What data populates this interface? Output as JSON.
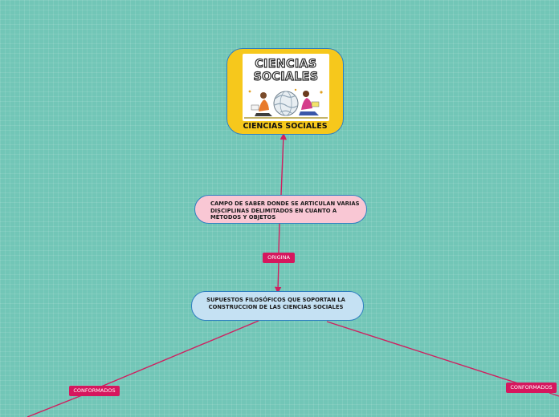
{
  "colors": {
    "background": "#72c6b7",
    "connector": "#cf1f5f",
    "root_fill": "#f6c81c",
    "campo_fill": "#f9c7d4",
    "supuestos_fill": "#c5e1f3",
    "tag_fill": "#d6175e",
    "node_border": "#2f7fc0"
  },
  "root": {
    "logo_line_1": "CIENCIAS",
    "logo_line_2": "SOCIALES",
    "title": "CIENCIAS SOCIALES"
  },
  "nodes": {
    "campo": "CAMPO DE SABER  DONDE SE ARTICULAN VARIAS DISCIPLINAS  DELIMITADOS EN CUANTO A MÉTODOS Y OBJETOS",
    "supuestos": "SUPUESTOS FILOSÓFICOS  QUE SOPORTAN LA CONSTRUCCION  DE LAS CIENCIAS SOCIALES"
  },
  "relations": {
    "origina": "ORIGINA",
    "conformados_left": "CONFORMADOS",
    "conformados_right": "CONFORMADOS"
  }
}
